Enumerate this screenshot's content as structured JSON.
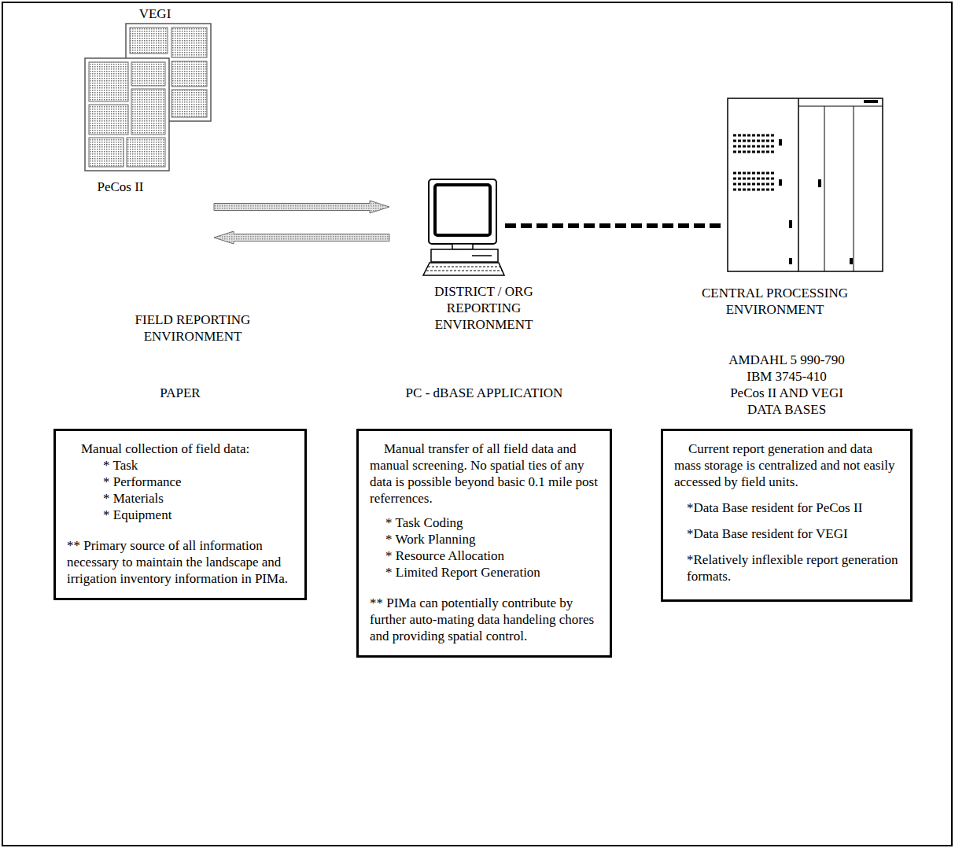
{
  "diagram": {
    "nodes": [
      {
        "text": [
          "VEGI",
          "PeCos II",
          "FIELD REPORTING ENVIRONMENT"
        ]
      },
      {
        "text": [
          "DISTRICT / ORG REPORTING ENVIRONMENT"
        ]
      },
      {
        "text": [
          "CENTRAL PROCESSING ENVIRONMENT"
        ]
      },
      {
        "text": [
          "PAPER",
          "Manual collection of field data:",
          "* Task",
          "* Performance",
          "* Materials",
          "* Equipment",
          "** Primary source of all information necessary to maintain the landscape and irrigation inventory information in PIMa."
        ]
      },
      {
        "text": [
          "PC - dBASE APPLICATION",
          "Manual transfer of all field data and manual screening. No spatial ties of any data is possible beyond basic 0.1 mile post referrences.",
          "* Task Coding",
          "* Work Planning",
          "* Resource Allocation",
          "* Limited Report Generation",
          "** PIMa can potentially contribute by further auto-mating data handeling chores and providing spatial control."
        ]
      },
      {
        "text": [
          "AMDAHL 5 990-790",
          "IBM 3745-410",
          "PeCos II AND VEGI DATA BASES",
          "Current report generation and data mass storage is centralized and not easily accessed by field units.",
          "*Data Base resident for PeCos II",
          "*Data Base resident for VEGI",
          "*Relatively inflexible report generation formats."
        ]
      }
    ],
    "edges": [
      {
        "from": 0,
        "to": 1,
        "arrow": "to"
      },
      {
        "from": 1,
        "to": 0,
        "arrow": "to"
      },
      {
        "from": 1,
        "to": 2,
        "arrow": "none"
      }
    ]
  }
}
